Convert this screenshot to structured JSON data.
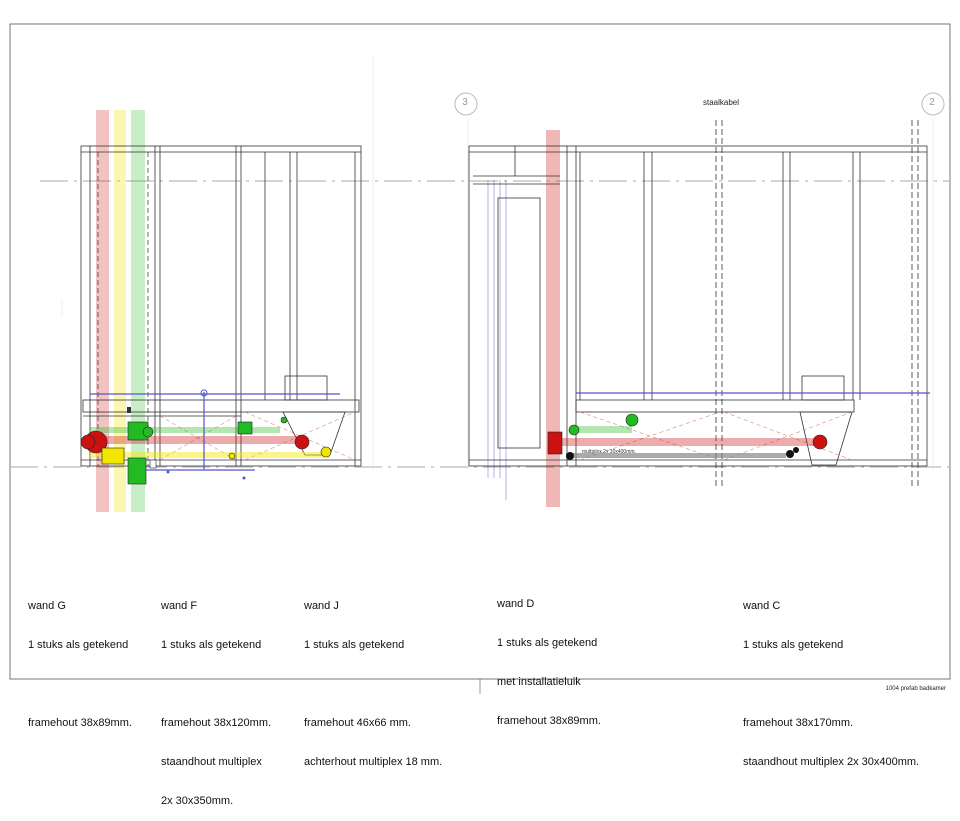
{
  "grid_markers": [
    "3",
    "2"
  ],
  "top_label": "staalkabel",
  "inline_label": "multiplex 2x 30x400mm.",
  "title_block": "1004 prefab badkamer",
  "walls": [
    {
      "lines": [
        "wand G",
        "1 stuks als getekend",
        "",
        "framehout 38x89mm."
      ]
    },
    {
      "lines": [
        "wand F",
        "1 stuks als getekend",
        "",
        "framehout 38x120mm.",
        "staandhout multiplex",
        "2x 30x350mm."
      ]
    },
    {
      "lines": [
        "wand J",
        "1 stuks als getekend",
        "",
        "framehout 46x66 mm.",
        "achterhout multiplex 18 mm."
      ]
    },
    {
      "lines": [
        "wand D",
        "1 stuks als getekend",
        "met installatieluik",
        "framehout 38x89mm."
      ]
    },
    {
      "lines": [
        "wand C",
        "1 stuks als getekend",
        "",
        "framehout 38x170mm.",
        "staandhout multiplex 2x 30x400mm."
      ]
    }
  ],
  "colors": {
    "red": "#cc1111",
    "green": "#22bb22",
    "yellow": "#f2e600",
    "blue": "#5555cc",
    "frame": "#333333"
  }
}
